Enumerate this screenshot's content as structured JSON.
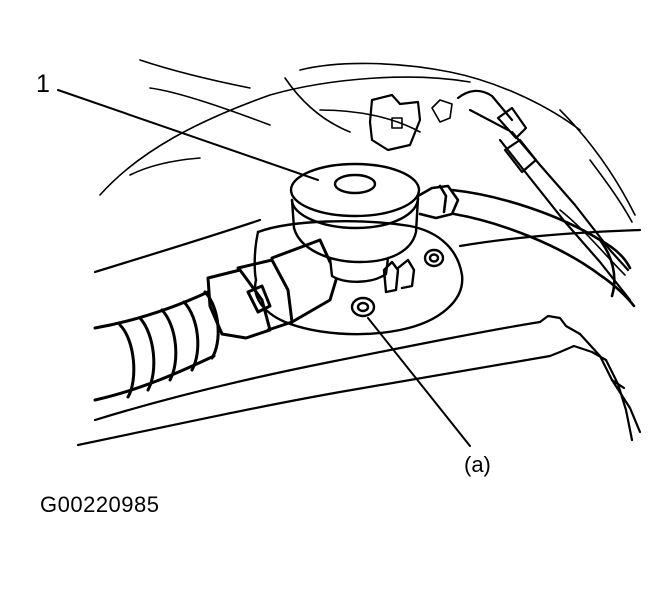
{
  "callouts": {
    "item_1": "1",
    "item_a": "(a)"
  },
  "figure_code": "G00220985",
  "colors": {
    "ink": "#000000",
    "paper": "#ffffff"
  }
}
